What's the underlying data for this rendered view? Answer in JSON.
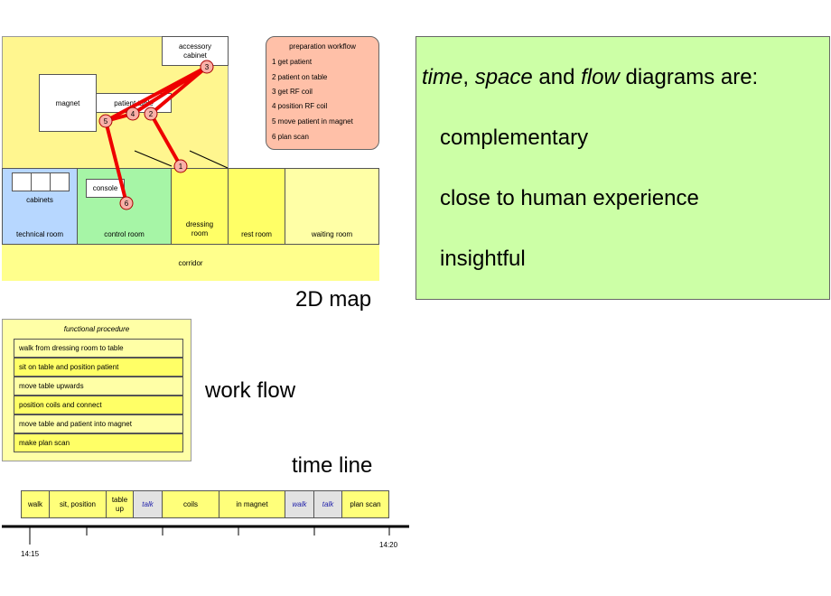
{
  "map": {
    "rooms": {
      "accessory_cabinet": "accessory cabinet",
      "magnet": "magnet",
      "patient_table": "patient table",
      "console": "console",
      "cabinets": "cabinets",
      "technical_room": "technical room",
      "control_room": "control room",
      "dressing_room": "dressing room",
      "rest_room": "rest room",
      "waiting_room": "waiting room",
      "corridor": "corridor"
    },
    "markers": [
      "1",
      "2",
      "3",
      "4",
      "5",
      "6"
    ],
    "label": "2D map",
    "colors": {
      "path": "#ee0000",
      "marker_fill": "#f9b0a8",
      "exam_area": "#fff68f",
      "technical": "#b7d7ff",
      "control": "#a6f5a6",
      "dressing": "#ffff66",
      "waiting": "#ffffa6",
      "corridor": "#ffff8c"
    }
  },
  "prep_workflow": {
    "title": "preparation workflow",
    "items": [
      "1 get patient",
      "2 patient on table",
      "3 get RF coil",
      "4 position RF coil",
      "5 move patient in magnet",
      "6 plan scan"
    ],
    "color": "#ffc0a8"
  },
  "functional": {
    "title": "functional procedure",
    "items": [
      "walk from dressing room to table",
      "sit on table and position patient",
      "move table upwards",
      "position coils and connect",
      "move table and patient into magnet",
      "make plan scan"
    ],
    "label": "work flow"
  },
  "timeline": {
    "label": "time line",
    "segments": [
      "walk",
      "sit, position",
      "table up",
      "talk",
      "coils",
      "in magnet",
      "walk",
      "talk",
      "plan scan"
    ],
    "start": "14:15",
    "end": "14:20"
  },
  "summary": {
    "intro_parts": [
      "time",
      ", ",
      "space",
      " and ",
      "flow",
      " diagrams are:"
    ],
    "points": [
      "complementary",
      "close to human experience",
      "insightful"
    ],
    "color": "#ccffa6"
  }
}
